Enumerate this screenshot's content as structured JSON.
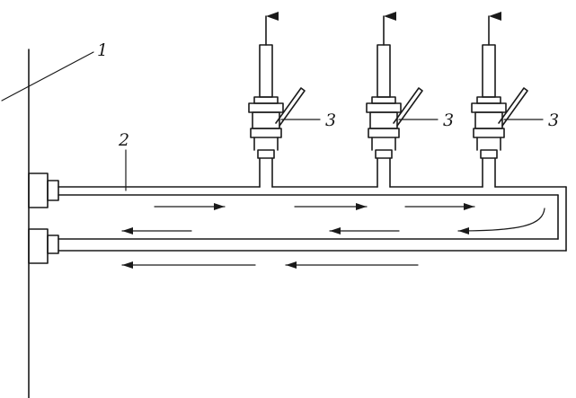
{
  "labels": {
    "wall": "1",
    "manifold": "2",
    "valve": "3"
  }
}
